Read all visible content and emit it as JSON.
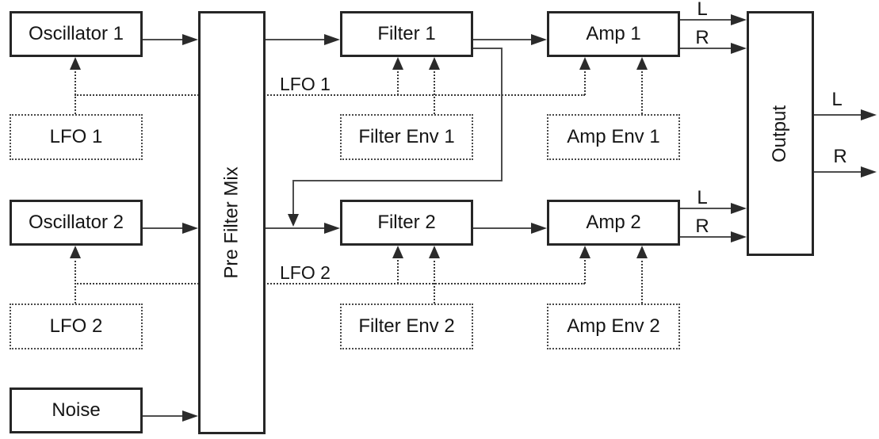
{
  "nodes": {
    "oscillator1": "Oscillator 1",
    "oscillator2": "Oscillator 2",
    "noise": "Noise",
    "pre_filter_mix": "Pre Filter Mix",
    "lfo1": "LFO 1",
    "lfo2": "LFO 2",
    "filter1": "Filter 1",
    "filter2": "Filter 2",
    "filter_env1": "Filter Env 1",
    "filter_env2": "Filter Env 2",
    "amp1": "Amp 1",
    "amp2": "Amp 2",
    "amp_env1": "Amp Env 1",
    "amp_env2": "Amp Env 2",
    "output": "Output"
  },
  "wire_labels": {
    "lfo1_wire": "LFO 1",
    "lfo2_wire": "LFO 2",
    "left": "L",
    "right": "R"
  },
  "colors": {
    "background": "#ffffff",
    "box_border": "#262626",
    "audio_wire": "#4d4d4d",
    "modulation_wire": "#3a3a3a",
    "arrowhead": "#2b2b2b",
    "text": "#151515"
  }
}
